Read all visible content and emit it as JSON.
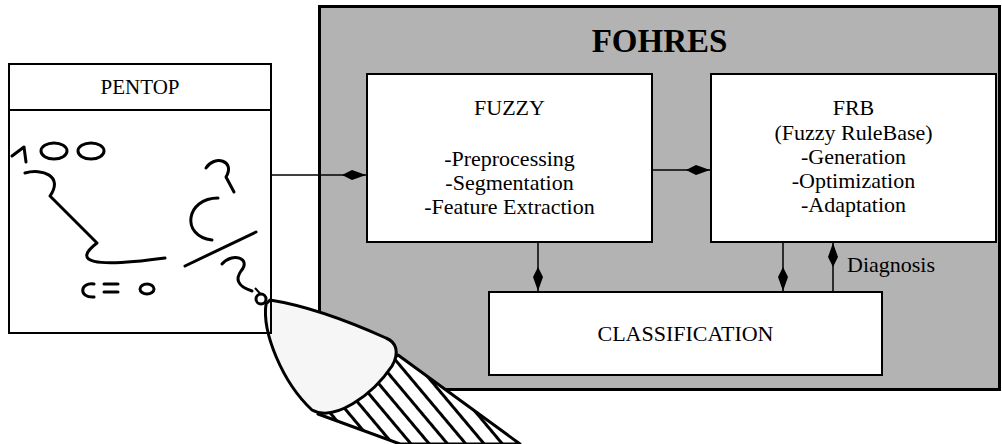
{
  "diagram": {
    "nodes": [
      {
        "text": [
          "PENTOP"
        ]
      },
      {
        "text": [
          "FOHRES"
        ]
      },
      {
        "text": [
          "FUZZY",
          "-Preprocessing -Segmentation -Feature Extraction"
        ],
        "in": 1
      },
      {
        "text": [
          "FRB (Fuzzy RuleBase)",
          "-Generation -Optimization -Adaptation"
        ],
        "in": 1
      },
      {
        "text": [
          "CLASSIFICATION"
        ],
        "in": 1
      }
    ],
    "edges": [
      {
        "from": 0,
        "to": 2,
        "arrow": "to"
      },
      {
        "from": 2,
        "to": 3,
        "arrow": "to"
      },
      {
        "from": 2,
        "to": 4,
        "arrow": "to"
      },
      {
        "from": 3,
        "to": 4,
        "arrow": "to"
      },
      {
        "from": 4,
        "to": 3,
        "arrow": "to",
        "label": "Diagnosis"
      }
    ]
  }
}
